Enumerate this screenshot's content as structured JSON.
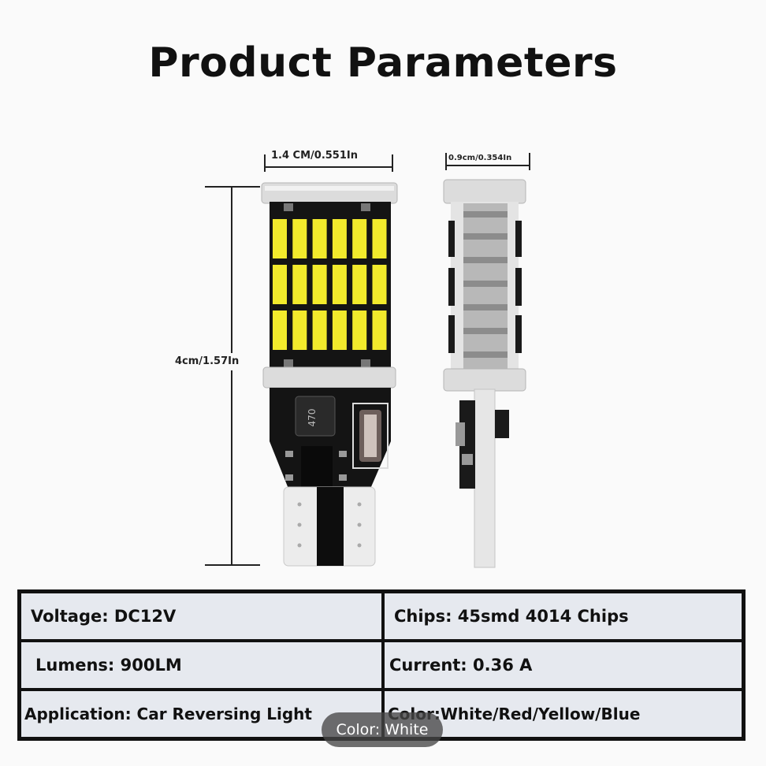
{
  "title": "Product Parameters",
  "dimensions": {
    "width_front": "1.4 CM/0.551In",
    "width_side": "0.9cm/0.354In",
    "height": "4cm/1.57In"
  },
  "resistor_label": "470",
  "specs": {
    "voltage": "Voltage: DC12V",
    "chips": "Chips: 45smd 4014 Chips",
    "lumens": "Lumens: 900LM",
    "current": "Current: 0.36 A",
    "application": "Application: Car Reversing Light",
    "color": "Color:White/Red/Yellow/Blue"
  },
  "color_badge": "Color: White",
  "colors": {
    "led": "#f2ea2c",
    "pcb": "#141414",
    "table_bg": "#e6e9ef",
    "border": "#111111"
  }
}
